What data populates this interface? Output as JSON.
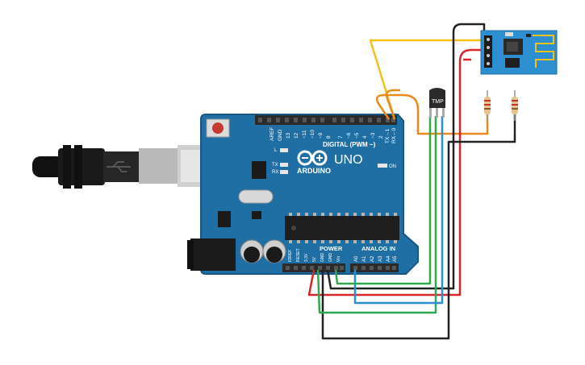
{
  "board": {
    "brand": "ARDUINO",
    "model": "UNO",
    "digital_header": "DIGITAL (PWM ~)",
    "power_header": "POWER",
    "analog_header": "ANALOG IN",
    "on_label": "ON",
    "led_l": "L",
    "led_tx": "TX",
    "led_rx": "RX",
    "digital_pins": [
      "AREF",
      "GND",
      "13",
      "12",
      "~11",
      "~10",
      "~9",
      "8",
      "7",
      "~6",
      "~5",
      "4",
      "~3",
      "2",
      "TX→1",
      "RX←0"
    ],
    "power_pins": [
      "IOREF",
      "RESET",
      "3.3V",
      "5V",
      "GND",
      "GND",
      "Vin"
    ],
    "analog_pins": [
      "A0",
      "A1",
      "A2",
      "A3",
      "A4",
      "A5"
    ]
  },
  "sensor": {
    "label": "TMP"
  },
  "colors": {
    "board": "#1f6ea4",
    "board_edge": "#175683",
    "header": "#2b2b2b",
    "wire_red": "#d7262a",
    "wire_black": "#222222",
    "wire_green": "#2fa84f",
    "wire_blue": "#2c8fd1",
    "wire_yellow": "#f2c218",
    "wire_orange": "#e98a1c",
    "esp_board": "#2e8fd0"
  }
}
